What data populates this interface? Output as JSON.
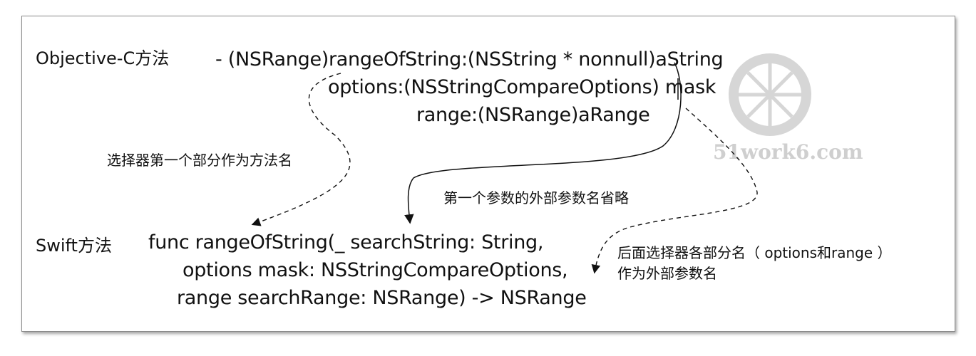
{
  "objc": {
    "label": "Objective-C方法",
    "line1": "- (NSRange)rangeOfString:(NSString * nonnull)aString",
    "line2": "options:(NSStringCompareOptions) mask",
    "line3": "range:(NSRange)aRange"
  },
  "swift": {
    "label": "Swift方法",
    "line1": "func rangeOfString(_ searchString: String,",
    "line2": "options mask: NSStringCompareOptions,",
    "line3": "range searchRange: NSRange) -> NSRange"
  },
  "annotations": {
    "selector_first_part": "选择器第一个部分作为方法名",
    "first_param_omitted": "第一个参数的外部参数名省略",
    "rest_parts_line1": "后面选择器各部分名（ options和range ）",
    "rest_parts_line2": "作为外部参数名"
  },
  "watermark": {
    "text": "51work6.com"
  },
  "colors": {
    "border": "#8a8a8a",
    "text": "#111111",
    "watermark": "#cfcfcf"
  }
}
